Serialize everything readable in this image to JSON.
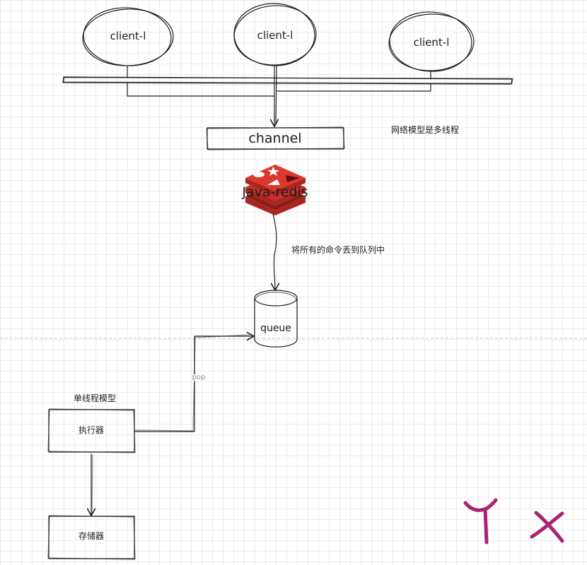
{
  "clients": [
    {
      "label": "client-l"
    },
    {
      "label": "client-l"
    },
    {
      "label": "client-l"
    }
  ],
  "channel": {
    "label": "channel"
  },
  "network_note": "网络模型是多线程",
  "server": {
    "label": "Java-redis",
    "logo": "redis-logo-icon"
  },
  "enqueue_note": "将所有的命令丢到队列中",
  "queue": {
    "label": "queue"
  },
  "pop_label": "pop",
  "single_thread_note": "单线程模型",
  "executor": {
    "label": "执行器"
  },
  "storage": {
    "label": "存储器"
  },
  "signature": "TX",
  "colors": {
    "ink": "#1e1e1e",
    "redis": "#c6302b",
    "signature": "#a8246f",
    "grid": "#ececec"
  }
}
